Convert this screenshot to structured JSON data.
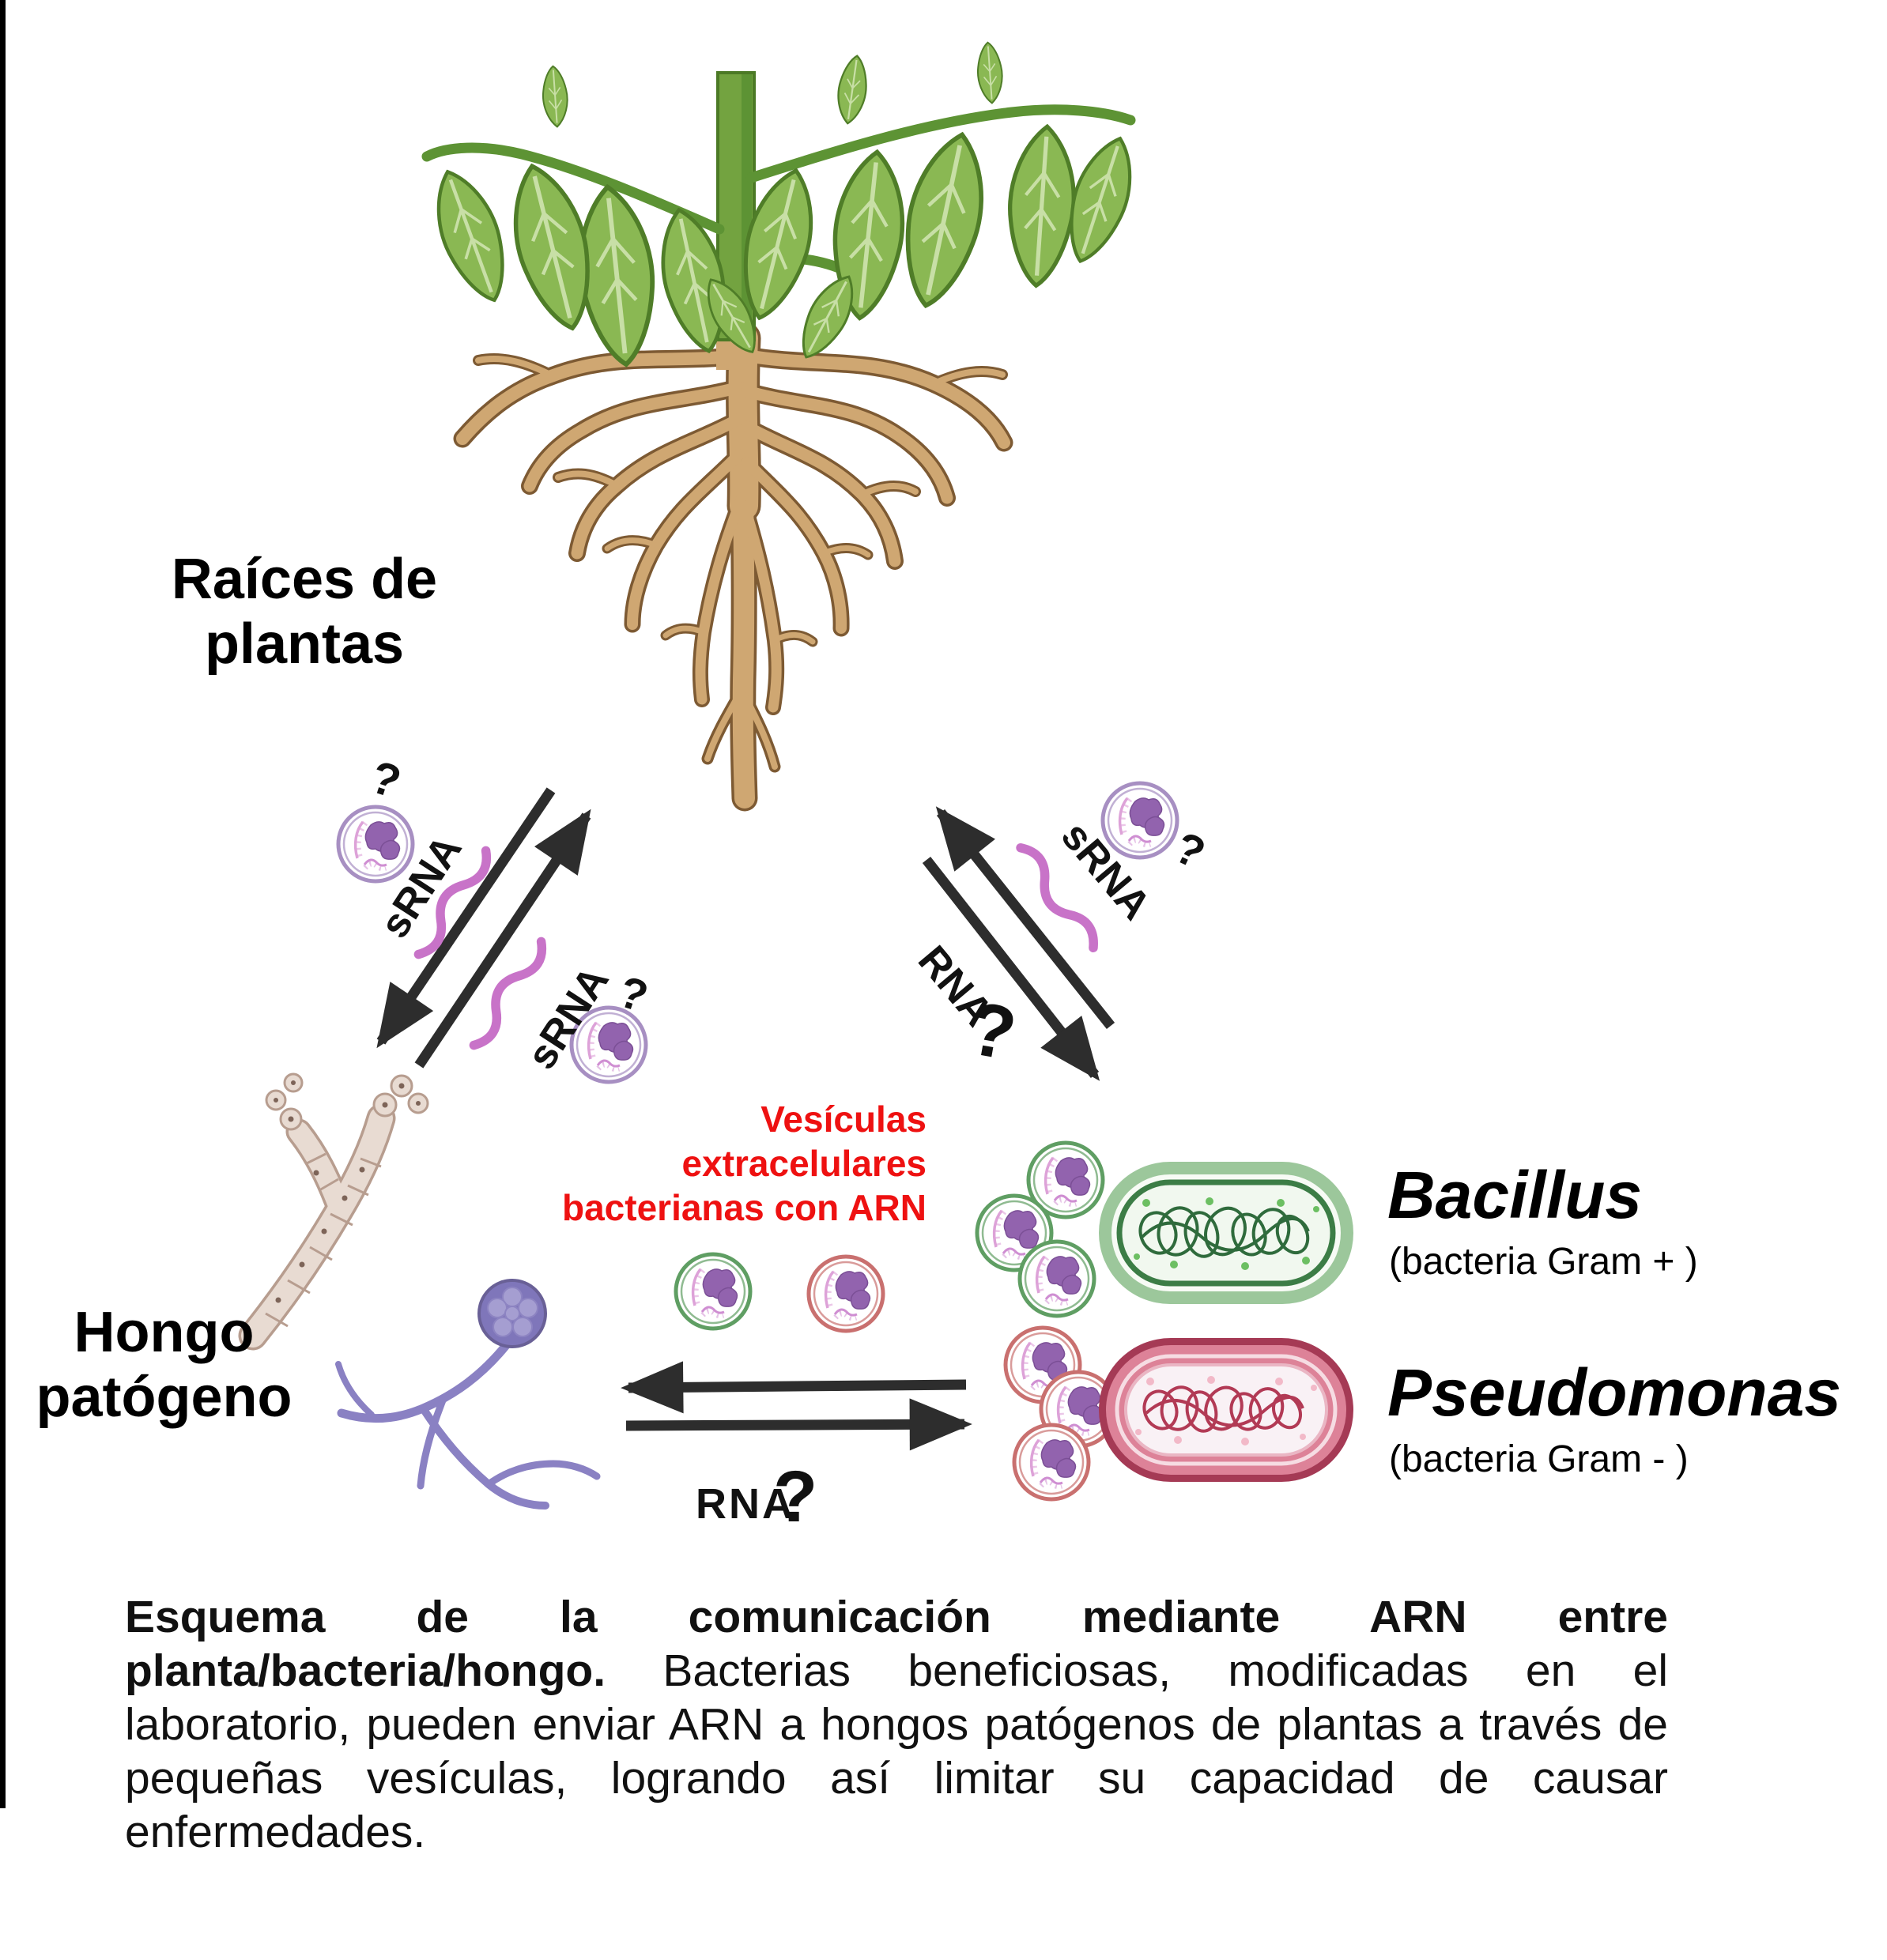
{
  "figure": {
    "type": "scientific-diagram",
    "topic": "RNA communication between plant roots, bacteria and pathogenic fungus"
  },
  "labels": {
    "plant_roots": {
      "line1": "Raíces de",
      "line2": "plantas"
    },
    "pathogenic_fungus": {
      "line1": "Hongo",
      "line2": "patógeno"
    },
    "vesicle_note": {
      "line1": "Vesículas",
      "line2": "extracelulares",
      "line3": "bacterianas con ARN"
    },
    "bacillus": {
      "name": "Bacillus",
      "sub": "(bacteria Gram + )"
    },
    "pseudomonas": {
      "name": "Pseudomonas",
      "sub": "(bacteria Gram - )"
    }
  },
  "rna_labels": {
    "srna": "sRNA",
    "rna": "RNA",
    "question": "?"
  },
  "caption": {
    "bold": "Esquema de la comunicación mediante ARN entre planta/bacteria/hongo.",
    "regular": " Bacterias beneficiosas, modificadas en el laboratorio, pueden enviar ARN a hongos patógenos de plantas a través de pequeñas vesículas, logrando así limitar su capacidad de causar enfermedades."
  },
  "colors": {
    "note_red": "#ee1111",
    "arrow_black": "#2d2d2d",
    "rna_strand_pink": "#c873c8",
    "vesicle_ring_purple": "#a78fc2",
    "vesicle_ring_green": "#5f9e63",
    "vesicle_ring_red": "#c9706f",
    "vesicle_protein_purple": "#9263ae",
    "bacillus_green_outer": "#9cc79b",
    "bacillus_green_border": "#3c7d46",
    "pseudomonas_red_outer": "#a53a55",
    "pseudomonas_pink_band": "#dd8298",
    "root_tan": "#cfa772",
    "stem_green": "#73a340",
    "leaf_green": "#8ab853",
    "hypha_beige": "#e8dbd2",
    "fungus_purple": "#8a81c3"
  }
}
